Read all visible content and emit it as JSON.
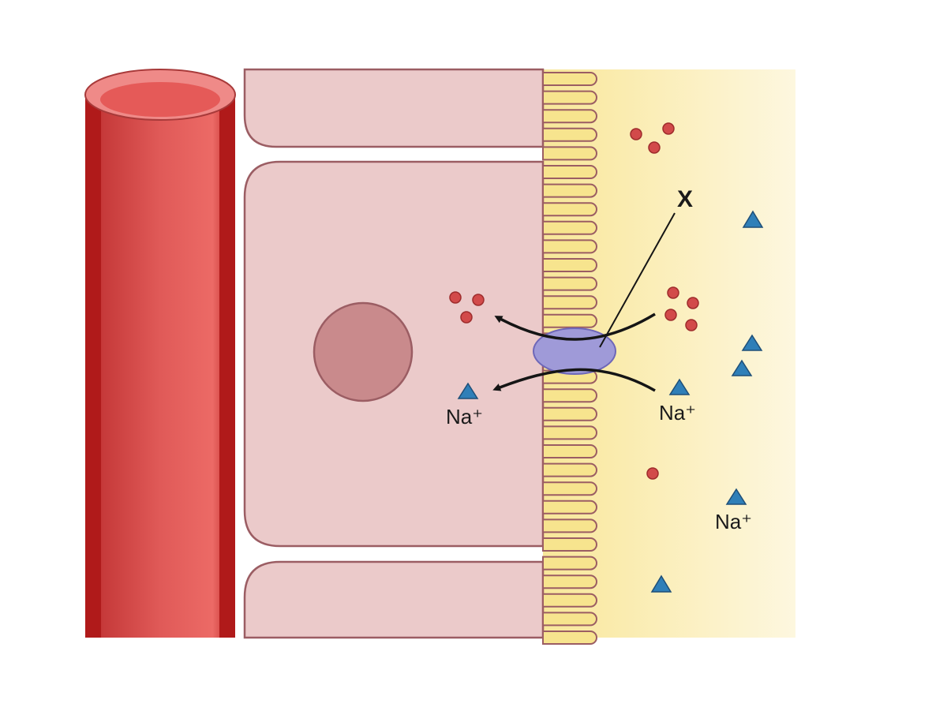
{
  "diagram": {
    "labels": {
      "transporter": "X",
      "na_inside": "Na⁺",
      "na_lumen_upper": "Na⁺",
      "na_lumen_lower": "Na⁺"
    },
    "colors": {
      "vessel": "#e0514f",
      "vessel_dark": "#b81e1e",
      "cell_fill": "#ebcaca",
      "cell_outline": "#9b5d63",
      "nucleus": "#c98a8c",
      "lumen": "#faeeb6",
      "transporter": "#9f9ad8",
      "molecule_red": "#d24a4a",
      "sodium_blue": "#2f7fb8",
      "arrow": "#151515"
    },
    "icons": [
      "blood-vessel",
      "epithelial-cell",
      "nucleus",
      "microvilli",
      "cotransporter",
      "sodium-ion",
      "solute-molecule"
    ]
  }
}
